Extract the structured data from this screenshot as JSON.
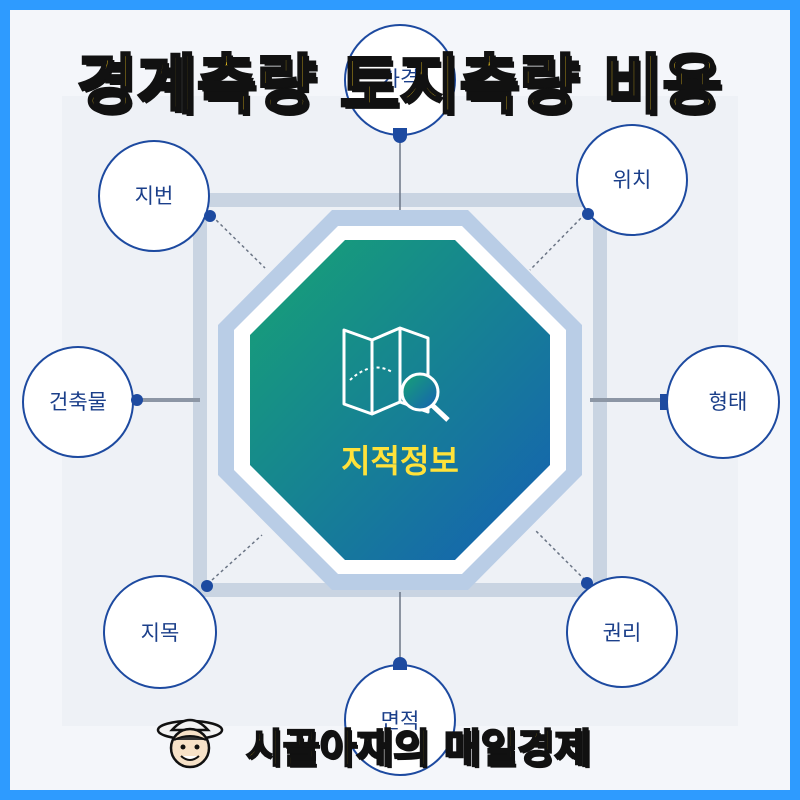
{
  "title": "경계측량 토지측량 비용",
  "center": {
    "label": "지적정보",
    "icon": "map-search-icon"
  },
  "nodes": [
    {
      "id": "top",
      "label": "가격"
    },
    {
      "id": "top-right",
      "label": "위치"
    },
    {
      "id": "right",
      "label": "형태"
    },
    {
      "id": "bottom-right",
      "label": "권리"
    },
    {
      "id": "bottom",
      "label": "면적"
    },
    {
      "id": "bottom-left",
      "label": "지목"
    },
    {
      "id": "left",
      "label": "건축물"
    },
    {
      "id": "top-left",
      "label": "지번"
    }
  ],
  "footer": {
    "text": "시골아재의 매일경제",
    "mascot": "farmer-mascot-icon"
  },
  "colors": {
    "border": "#2e9bff",
    "title_fill": "#ffd21f",
    "node_stroke": "#1d4aa0",
    "octagon_outer": "#b9cde6",
    "center_gradient_start": "#1a9a78",
    "center_gradient_end": "#1565b0"
  }
}
